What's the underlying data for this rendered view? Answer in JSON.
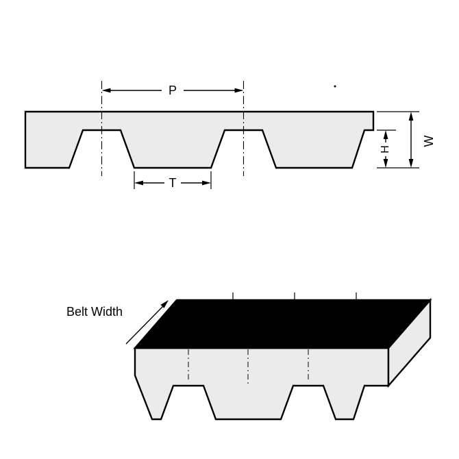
{
  "diagram": {
    "labels": {
      "pitch": "P",
      "tooth_width": "T",
      "tooth_height": "H",
      "belt_thickness": "W",
      "belt_width": "Belt Width"
    },
    "colors": {
      "background": "#ffffff",
      "belt_fill": "#ebebeb",
      "belt_outline": "#000000",
      "top_face": "#000000"
    }
  }
}
